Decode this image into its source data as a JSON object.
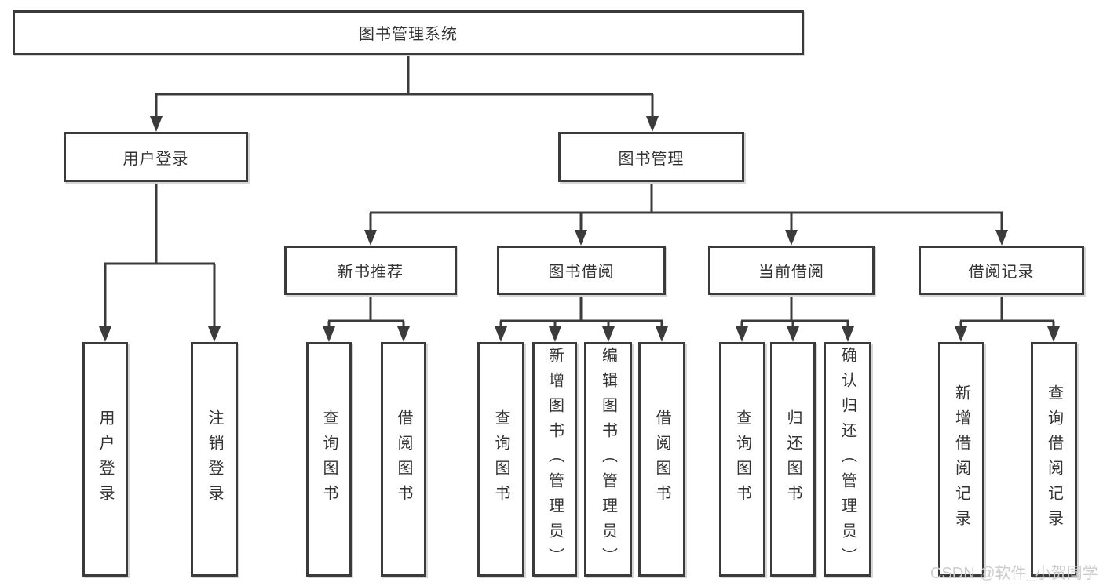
{
  "diagram_title": "图书管理系统",
  "tree": {
    "label": "图书管理系统",
    "children": [
      {
        "label": "用户登录",
        "children": [
          {
            "label": "用户登录"
          },
          {
            "label": "注销登录"
          }
        ]
      },
      {
        "label": "图书管理",
        "children": [
          {
            "label": "新书推荐",
            "children": [
              {
                "label": "查询图书"
              },
              {
                "label": "借阅图书"
              }
            ]
          },
          {
            "label": "图书借阅",
            "children": [
              {
                "label": "查询图书"
              },
              {
                "label": "新增图书（管理员）"
              },
              {
                "label": "编辑图书（管理员）"
              },
              {
                "label": "借阅图书"
              }
            ]
          },
          {
            "label": "当前借阅",
            "children": [
              {
                "label": "查询图书"
              },
              {
                "label": "归还图书"
              },
              {
                "label": "确认归还（管理员）"
              }
            ]
          },
          {
            "label": "借阅记录",
            "children": [
              {
                "label": "新增借阅记录"
              },
              {
                "label": "查询借阅记录"
              }
            ]
          }
        ]
      }
    ]
  },
  "watermark": "CSDN @软件_小贺同学",
  "colors": {
    "line": "#3b3b3b",
    "box_border": "#3b3b3b",
    "text": "#333333",
    "background": "#ffffff",
    "watermark": "#cccccc"
  }
}
